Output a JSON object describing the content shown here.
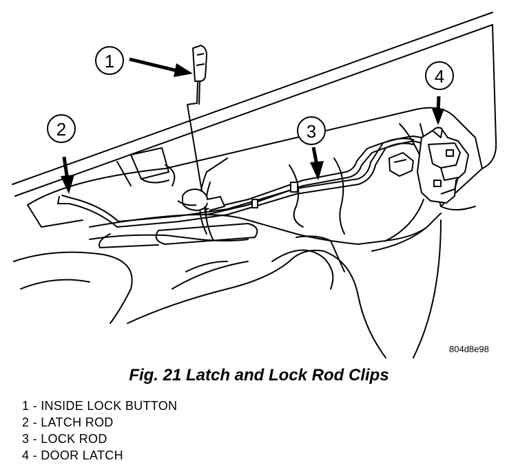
{
  "figure": {
    "code": "804d8e98",
    "caption": "Fig. 21 Latch and Lock Rod Clips"
  },
  "callouts": [
    {
      "number": "1",
      "text": "INSIDE LOCK BUTTON"
    },
    {
      "number": "2",
      "text": "LATCH ROD"
    },
    {
      "number": "3",
      "text": "LOCK ROD"
    },
    {
      "number": "4",
      "text": "DOOR LATCH"
    }
  ],
  "legend_separator": " - "
}
